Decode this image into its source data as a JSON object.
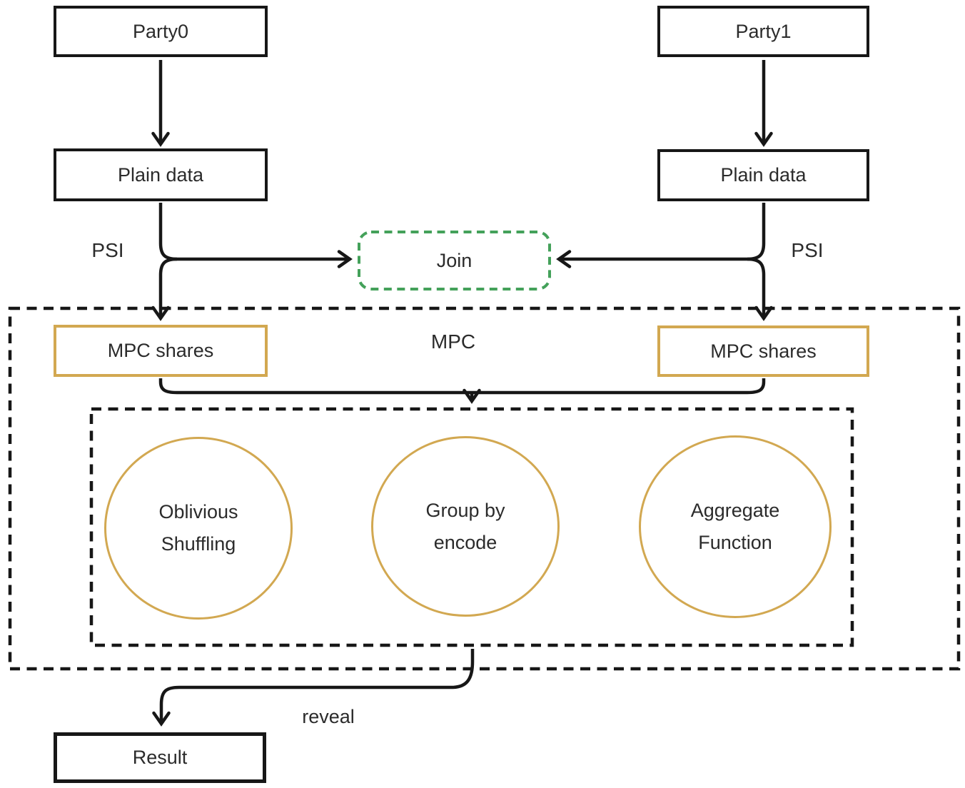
{
  "nodes": {
    "party0": "Party0",
    "party1": "Party1",
    "plain_data_left": "Plain data",
    "plain_data_right": "Plain data",
    "join": "Join",
    "mpc_shares_left": "MPC shares",
    "mpc_shares_right": "MPC shares",
    "result": "Result"
  },
  "circles": [
    {
      "line1": "Oblivious",
      "line2": "Shuffling"
    },
    {
      "line1": "Group by",
      "line2": "encode"
    },
    {
      "line1": "Aggregate",
      "line2": "Function"
    }
  ],
  "labels": {
    "psi_left": "PSI",
    "psi_right": "PSI",
    "mpc_region": "MPC",
    "reveal": "reveal"
  },
  "colors": {
    "gold_accent": "#d2a851",
    "green_accent": "#44a15a",
    "line": "#171717",
    "text": "#2b2b2b",
    "background": "#ffffff"
  }
}
